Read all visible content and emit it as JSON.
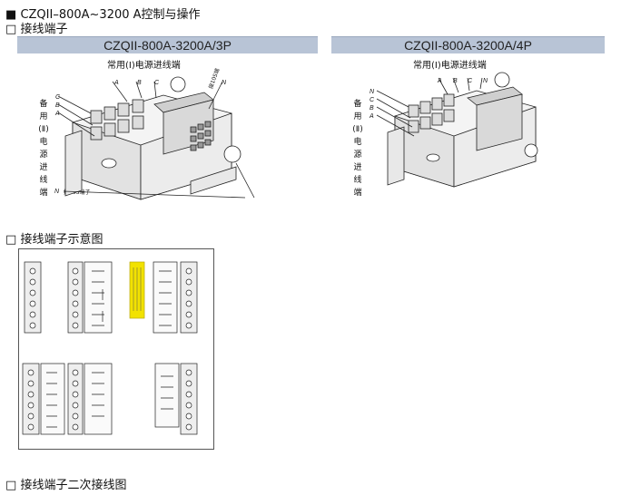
{
  "header": {
    "bullet": "■",
    "title": "CZQII–800A~3200 A控制与操作"
  },
  "sections": {
    "terminals": {
      "checkbox": "□",
      "label": "接线端子"
    },
    "schematic": {
      "checkbox": "□",
      "label": "接线端子示意图"
    },
    "secondary": {
      "checkbox": "□",
      "label": "接线端子二次接线图"
    }
  },
  "panels": [
    {
      "band_title": "CZQII-800A-3200A/3P",
      "subtitle": "常用(Ⅰ)电源进线端",
      "side_label": [
        "备",
        "用",
        "(Ⅱ)",
        "电",
        "源",
        "进",
        "线",
        "端"
      ],
      "phases_top": [
        "A",
        "B",
        "C"
      ],
      "phases_left": [
        "C",
        "B",
        "A"
      ],
      "n_top": "N",
      "n_bottom": "N",
      "callout_top": "接10S端",
      "callout_bottom": "接10S端子"
    },
    {
      "band_title": "CZQII-800A-3200A/4P",
      "subtitle": "常用(Ⅰ)电源进线端",
      "side_label": [
        "备",
        "用",
        "(Ⅱ)",
        "电",
        "源",
        "进",
        "线",
        "端"
      ],
      "phases_top": [
        "A",
        "B",
        "C",
        "N"
      ],
      "phases_left": [
        "N",
        "C",
        "B",
        "A"
      ]
    }
  ]
}
